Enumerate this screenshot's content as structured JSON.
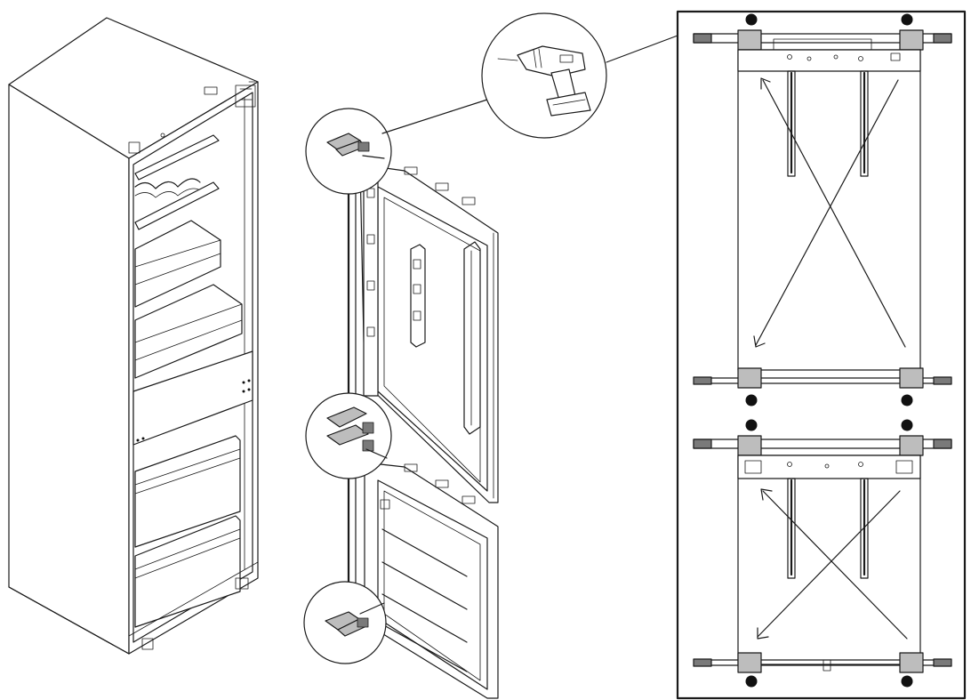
{
  "figure": {
    "illustration_label": "",
    "colors": {
      "line": "#1a1a1a",
      "hinge_fill": "#bdbdbd",
      "fixing_dot": "#111111",
      "background": "#ffffff"
    },
    "icons": [
      "cordless-drill-icon"
    ],
    "parts": [
      "refrigerator-cabinet",
      "doors-with-hinges",
      "hinge-detail-panel"
    ]
  }
}
